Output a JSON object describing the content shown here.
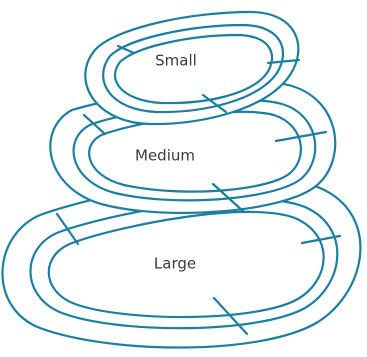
{
  "stroke_color": "#1a7fa3",
  "label_color": "#3a3a3a",
  "tiers": [
    {
      "id": "large",
      "label": "Large"
    },
    {
      "id": "medium",
      "label": "Medium"
    },
    {
      "id": "small",
      "label": "Small"
    }
  ]
}
